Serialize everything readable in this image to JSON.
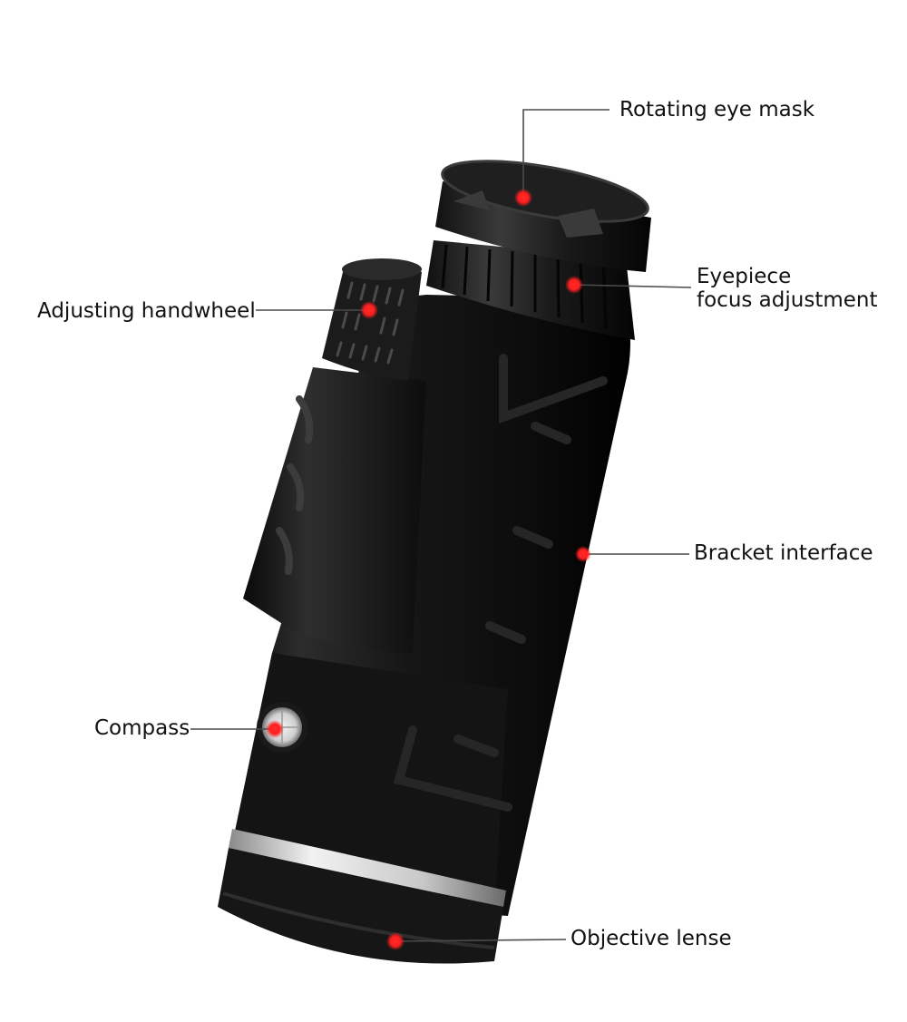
{
  "labels": {
    "eye_mask": "Rotating eye mask",
    "eyepiece_focus": [
      "Eyepiece",
      "focus adjustment"
    ],
    "handwheel": "Adjusting handwheel",
    "bracket": "Bracket interface",
    "compass": "Compass",
    "objective": "Objective lense"
  },
  "colors": {
    "marker": "#ff1f1f",
    "body": "#1c1c1c",
    "leader_line": "#4a4a4a"
  }
}
